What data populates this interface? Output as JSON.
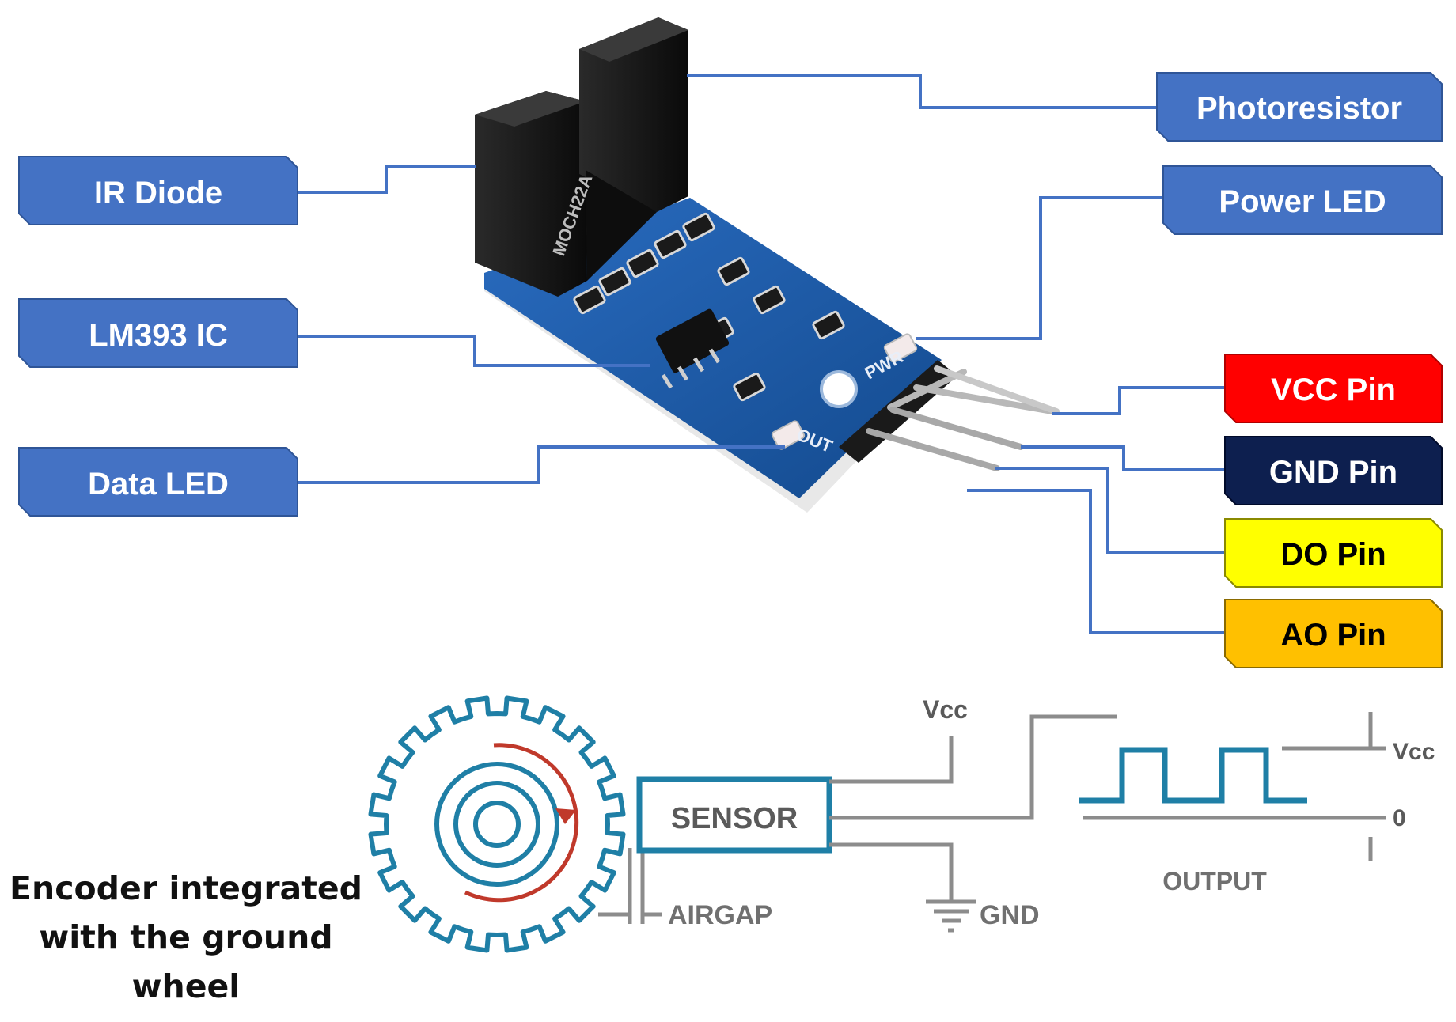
{
  "module_labels": {
    "photoresistor": "Photoresistor",
    "ir_diode": "IR Diode",
    "power_led": "Power LED",
    "lm393_ic": "LM393 IC",
    "data_led": "Data LED",
    "vcc_pin": "VCC Pin",
    "gnd_pin": "GND Pin",
    "do_pin": "DO Pin",
    "ao_pin": "AO Pin"
  },
  "board_markings": {
    "sensor_part": "MOCH22A",
    "pwr": "PWR",
    "out": "OUT"
  },
  "schematic": {
    "sensor": "SENSOR",
    "vcc_top": "Vcc",
    "gnd": "GND",
    "airgap": "AIRGAP",
    "output": "OUTPUT",
    "vcc_right": "Vcc",
    "zero": "0"
  },
  "caption": {
    "line1": "Encoder integrated",
    "line2": "with the ground",
    "line3": "wheel"
  },
  "colors": {
    "label_blue": "#4472c4",
    "label_blue_dark": "#2f5597",
    "leader_line": "#4472c4",
    "vcc_red": "#ff0000",
    "gnd_navy": "#0d1f4f",
    "do_yellow": "#ffff00",
    "ao_orange": "#ffc000",
    "pcb_blue": "#1d5aa8",
    "schematic_teal": "#1f7fa6",
    "schematic_gray": "#8c8c8c",
    "arrow_red": "#c0392b"
  },
  "icons": [
    "gear-icon",
    "rotation-arrow-icon",
    "ground-symbol-icon",
    "square-wave-icon"
  ]
}
